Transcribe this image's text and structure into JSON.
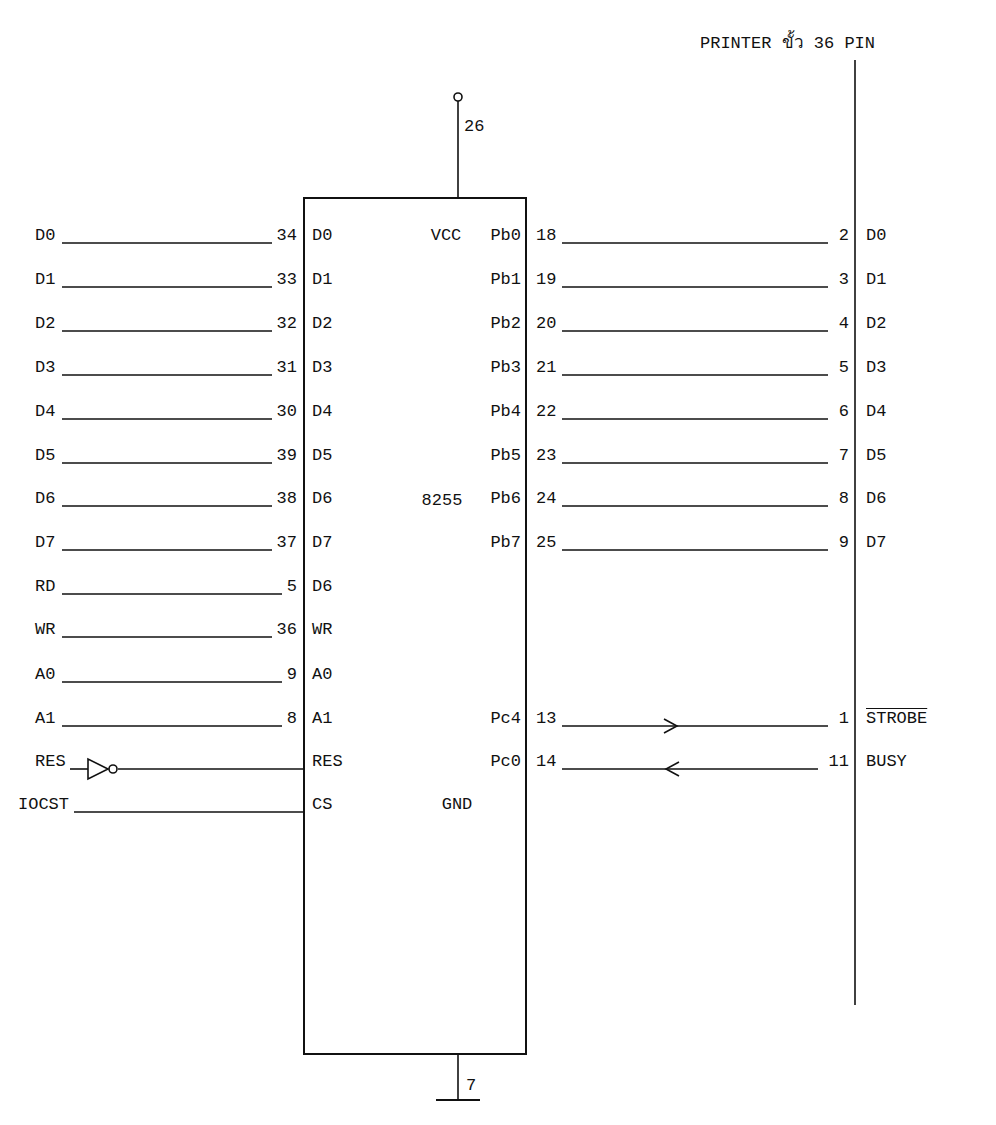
{
  "diagram": {
    "nodes": [
      {
        "text": [
          "8255"
        ]
      }
    ],
    "labels": [
      "PRINTER ขั้ว 36 PIN",
      "26",
      "D0",
      "34",
      "D0",
      "D1",
      "33",
      "D1",
      "D2",
      "32",
      "D2",
      "D3",
      "31",
      "D3",
      "D4",
      "30",
      "D4",
      "D5",
      "39",
      "D5",
      "D6",
      "38",
      "D6",
      "D7",
      "37",
      "D7",
      "RD",
      "5",
      "D6",
      "WR",
      "36",
      "WR",
      "A0",
      "9",
      "A0",
      "A1",
      "8",
      "A1",
      "RES",
      "RES",
      "IOCST",
      "CS",
      "VCC",
      "GND",
      "Pb0",
      "18",
      "2",
      "D0",
      "Pb1",
      "19",
      "3",
      "D1",
      "Pb2",
      "20",
      "4",
      "D2",
      "Pb3",
      "21",
      "5",
      "D3",
      "Pb4",
      "22",
      "6",
      "D4",
      "Pb5",
      "23",
      "7",
      "D5",
      "Pb6",
      "24",
      "8",
      "D6",
      "Pb7",
      "25",
      "9",
      "D7",
      "Pc4",
      "13",
      "1",
      "STROBE",
      "Pc0",
      "14",
      "11",
      "BUSY",
      "7"
    ]
  }
}
